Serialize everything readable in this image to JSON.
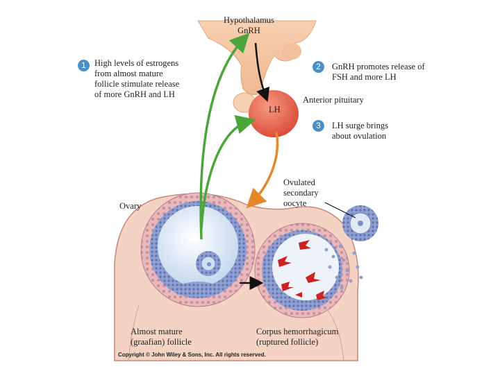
{
  "hypothalamus_label": "Hypothalamus\nGnRH",
  "steps": [
    {
      "num": "1",
      "text": "High levels of estrogens\nfrom almost mature\nfollicle stimulate release\nof more GnRH and LH"
    },
    {
      "num": "2",
      "text": "GnRH promotes release of\nFSH and more LH"
    },
    {
      "num": "3",
      "text": "LH surge brings\nabout ovulation"
    }
  ],
  "anterior_pituitary_label": "Anterior pituitary",
  "lh_label": "LH",
  "ovulated_label": "Ovulated\nsecondary\noocyte",
  "ovary_label": "Ovary",
  "follicle_label": "Almost mature\n(graafian) follicle",
  "corpus_label": "Corpus hemorrhagicum\n(ruptured follicle)",
  "copyright": "Copyright © John Wiley & Sons, Inc. All rights reserved.",
  "colors": {
    "green_arrow": "#4aa63a",
    "orange_arrow": "#e8862a",
    "hypothalamus": "#f4c3a0",
    "pituitary": "#e8604a",
    "ovary": "#f2c9b8",
    "follicle_fluid": "#dfeaf5",
    "granulosa": "#7a8fc4",
    "blood": "#cc2222",
    "step_badge": "#4a90c8"
  }
}
